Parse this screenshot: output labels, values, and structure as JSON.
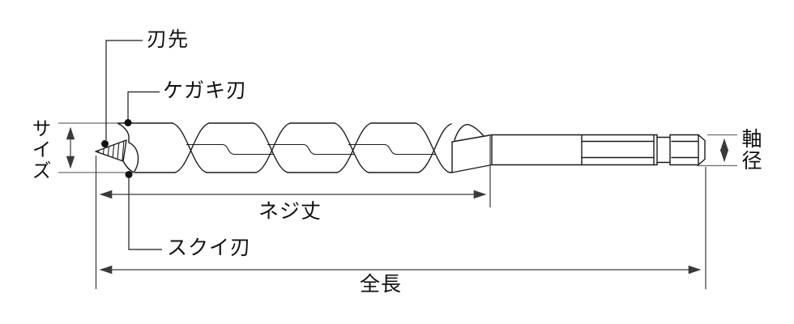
{
  "diagram": {
    "title": "auger-drill-bit-dimension-diagram",
    "labels": {
      "blade_tip": "刃先",
      "scribing_blade": "ケガキ刃",
      "size": "サイズ",
      "scoop_blade": "スクイ刃",
      "screw_length": "ネジ丈",
      "total_length": "全長",
      "shaft_diameter": "軸径"
    },
    "colors": {
      "object_line": "#1a1a1a",
      "dimension_line": "#3a3a3a",
      "extension_line": "#6e6e6e",
      "background": "#ffffff"
    }
  }
}
